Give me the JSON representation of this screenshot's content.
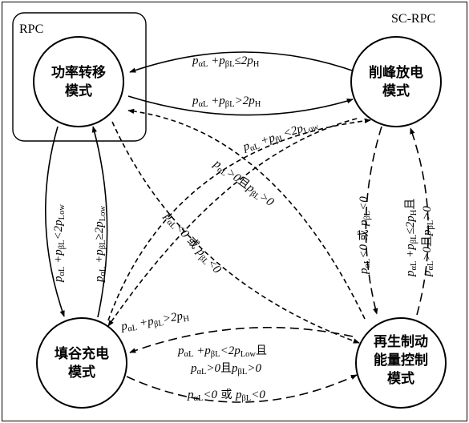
{
  "corner_labels": {
    "rpc": "RPC",
    "sc_rpc": "SC-RPC"
  },
  "nodes": {
    "power_transfer": [
      "功率转移",
      "模式"
    ],
    "peak_discharge": [
      "削峰放电",
      "模式"
    ],
    "valley_charge": [
      "填谷充电",
      "模式"
    ],
    "regen_control": [
      "再生制动",
      "能量控制",
      "模式"
    ]
  },
  "symbols": {
    "p": "p",
    "aL": "αL",
    "bL": "βL",
    "H": "H",
    "Low": "Low",
    "plus": " +",
    "le": "≤",
    "ge": "≥",
    "lt": "<",
    "gt": ">",
    "two": "2",
    "zero": "0",
    "and": "且",
    "or": " 或 "
  }
}
